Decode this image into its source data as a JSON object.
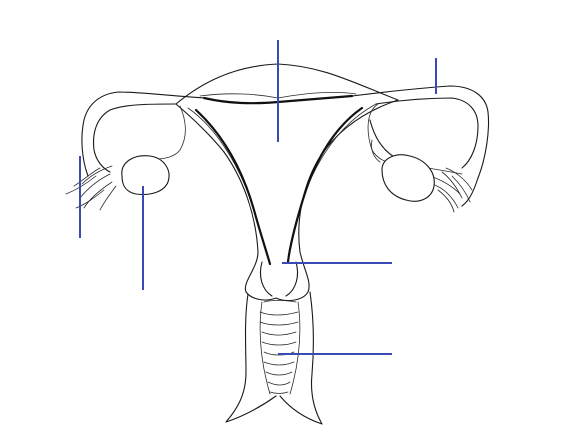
{
  "diagram": {
    "colors": {
      "background": "#ffffff",
      "outline": "#1a1a1a",
      "leader_line": "#3949b5"
    },
    "leader_lines": [
      {
        "id": "fundus-leader"
      },
      {
        "id": "right-tube-leader"
      },
      {
        "id": "left-fimbriae-leader"
      },
      {
        "id": "left-ovary-leader"
      },
      {
        "id": "cervix-leader"
      },
      {
        "id": "vagina-leader"
      }
    ]
  }
}
